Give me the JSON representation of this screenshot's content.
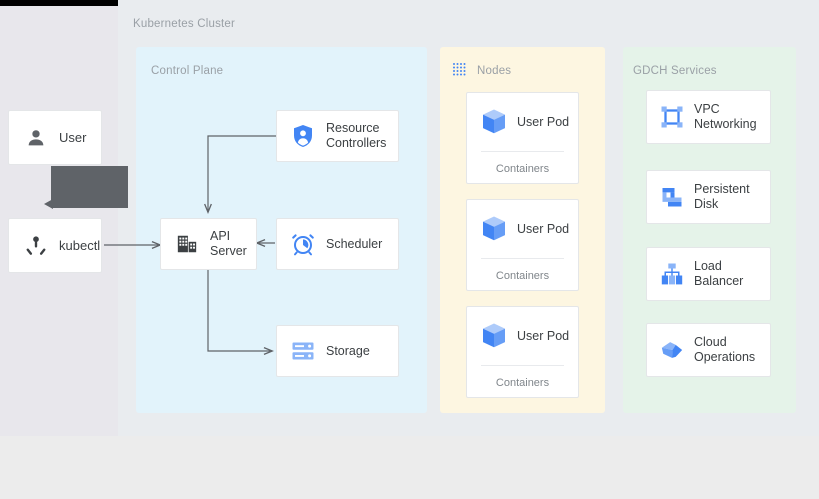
{
  "diagram": {
    "title": "Kubernetes Cluster",
    "colors": {
      "control_plane_bg": "#E2F3FB",
      "nodes_bg": "#FDF6E1",
      "gdch_bg": "#E5F3E9",
      "canvas_bg": "#E9ECEF",
      "card_bg": "#FFFFFF",
      "accent_blue": "#4285F4",
      "icon_dark": "#5F6368",
      "label_gray": "#9AA0A6",
      "text_dark": "#3C4043",
      "connector": "#5F6368"
    }
  },
  "actors": [
    {
      "label": "User",
      "icon": "person-icon"
    },
    {
      "label": "kubectl",
      "icon": "kubectl-icon"
    }
  ],
  "groups": {
    "control_plane": {
      "label": "Control Plane",
      "items": [
        {
          "label": "Resource\nControllers",
          "icon": "shield-person-icon"
        },
        {
          "label": "API\nServer",
          "icon": "building-icon"
        },
        {
          "label": "Scheduler",
          "icon": "alarm-clock-icon"
        },
        {
          "label": "Storage",
          "icon": "server-rack-icon"
        }
      ]
    },
    "nodes": {
      "label": "Nodes",
      "icon": "dot-grid-icon",
      "pods": [
        {
          "label": "User Pod",
          "icon": "cube-icon",
          "sub": "Containers"
        },
        {
          "label": "User Pod",
          "icon": "cube-icon",
          "sub": "Containers"
        },
        {
          "label": "User Pod",
          "icon": "cube-icon",
          "sub": "Containers"
        }
      ]
    },
    "gdch": {
      "label": "GDCH Services",
      "items": [
        {
          "label": "VPC\nNetworking",
          "icon": "vpc-network-icon"
        },
        {
          "label": "Persistent\nDisk",
          "icon": "persistent-disk-icon"
        },
        {
          "label": "Load\nBalancer",
          "icon": "load-balancer-icon"
        },
        {
          "label": "Cloud\nOperations",
          "icon": "cloud-operations-icon"
        }
      ]
    }
  },
  "connectors": [
    {
      "name": "kubectl-to-api-server",
      "from": "kubectl",
      "to": "API Server"
    },
    {
      "name": "resource-controllers-to-api-server",
      "from": "Resource Controllers",
      "to": "API Server"
    },
    {
      "name": "scheduler-to-api-server",
      "from": "Scheduler",
      "to": "API Server"
    },
    {
      "name": "api-server-to-storage",
      "from": "API Server",
      "to": "Storage"
    }
  ]
}
